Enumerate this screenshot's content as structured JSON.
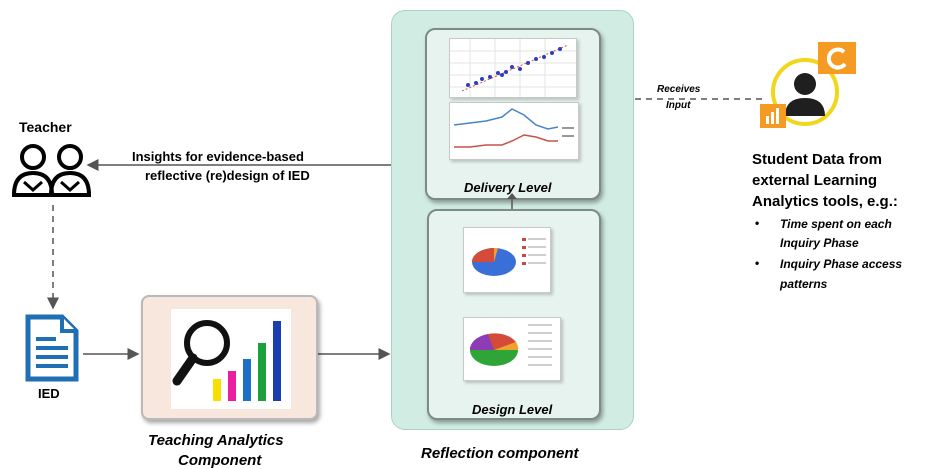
{
  "teacher": {
    "label": "Teacher",
    "icon": "users-icon"
  },
  "insights": {
    "line1": "Insights for evidence-based",
    "line2": "reflective (re)design of IED"
  },
  "ied": {
    "label": "IED",
    "icon": "document-icon"
  },
  "teaching_analytics": {
    "line1": "Teaching Analytics",
    "line2": "Component",
    "icon": "magnifier-bar-chart-icon"
  },
  "reflection": {
    "caption": "Reflection  component",
    "delivery_level": "Delivery Level",
    "design_level": "Design Level"
  },
  "receives": {
    "line1": "Receives",
    "line2": "Input"
  },
  "student": {
    "line1": "Student Data from",
    "line2": "external Learning",
    "line3": "Analytics tools, e.g.:",
    "bullets": [
      {
        "line1": "Time spent on each",
        "line2": "Inquiry Phase"
      },
      {
        "line1": "Inquiry Phase access",
        "line2": "patterns"
      }
    ],
    "icon": "student-avatar-icon"
  },
  "colors": {
    "panel": "#d1ece2",
    "arrow": "#555555",
    "icon_blue": "#1f6fb4",
    "orange": "#f59a23"
  }
}
